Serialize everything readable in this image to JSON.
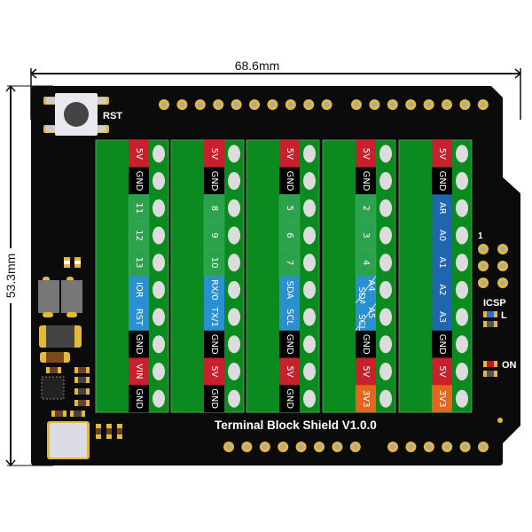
{
  "dimensions": {
    "width_label": "68.6mm",
    "height_label": "53.3mm"
  },
  "board": {
    "title": "Terminal Block Shield V1.0.0",
    "reset_label": "RST",
    "icsp_label": "ICSP",
    "icsp_pin1_label": "1",
    "led_l_label": "L",
    "led_on_label": "ON"
  },
  "colors": {
    "board": "#0b0b0b",
    "terminal_green": "#0b8a1f",
    "power_5v": "#c9202e",
    "ground": "#000000",
    "digital": "#2ca24c",
    "special": "#2a90d2",
    "analog": "#1f66b0",
    "power_3v3": "#e5661b",
    "vin": "#c9202e",
    "pad_gold": "#e2b93b"
  },
  "terminal_blocks": [
    {
      "pins": [
        {
          "label": "5V",
          "type": "power_5v"
        },
        {
          "label": "GND",
          "type": "ground"
        },
        {
          "label": "11",
          "type": "digital"
        },
        {
          "label": "12",
          "type": "digital"
        },
        {
          "label": "13",
          "type": "digital"
        },
        {
          "label": "IOR",
          "type": "special"
        },
        {
          "label": "RST",
          "type": "special"
        },
        {
          "label": "GND",
          "type": "ground"
        },
        {
          "label": "VIN",
          "type": "vin"
        },
        {
          "label": "GND",
          "type": "ground"
        }
      ]
    },
    {
      "pins": [
        {
          "label": "5V",
          "type": "power_5v"
        },
        {
          "label": "GND",
          "type": "ground"
        },
        {
          "label": "8",
          "type": "digital"
        },
        {
          "label": "9",
          "type": "digital"
        },
        {
          "label": "10",
          "type": "digital"
        },
        {
          "label": "RX/0",
          "type": "special"
        },
        {
          "label": "TX/1",
          "type": "special"
        },
        {
          "label": "GND",
          "type": "ground"
        },
        {
          "label": "5V",
          "type": "power_5v"
        },
        {
          "label": "GND",
          "type": "ground"
        }
      ]
    },
    {
      "pins": [
        {
          "label": "5V",
          "type": "power_5v"
        },
        {
          "label": "GND",
          "type": "ground"
        },
        {
          "label": "5",
          "type": "digital"
        },
        {
          "label": "6",
          "type": "digital"
        },
        {
          "label": "7",
          "type": "digital"
        },
        {
          "label": "SDA",
          "type": "special"
        },
        {
          "label": "SCL",
          "type": "special"
        },
        {
          "label": "GND",
          "type": "ground"
        },
        {
          "label": "5V",
          "type": "power_5v"
        },
        {
          "label": "GND",
          "type": "ground"
        }
      ]
    },
    {
      "pins": [
        {
          "label": "5V",
          "type": "power_5v"
        },
        {
          "label": "GND",
          "type": "ground"
        },
        {
          "label": "2",
          "type": "digital"
        },
        {
          "label": "3",
          "type": "digital"
        },
        {
          "label": "4",
          "type": "digital"
        },
        {
          "label": "A4",
          "sub": "SDA",
          "type": "special"
        },
        {
          "label": "A5",
          "sub": "SCL",
          "type": "special"
        },
        {
          "label": "GND",
          "type": "ground"
        },
        {
          "label": "5V",
          "type": "power_5v"
        },
        {
          "label": "3V3",
          "type": "power_3v3"
        }
      ]
    },
    {
      "pins": [
        {
          "label": "5V",
          "type": "power_5v"
        },
        {
          "label": "GND",
          "type": "ground"
        },
        {
          "label": "AR",
          "type": "analog"
        },
        {
          "label": "A0",
          "type": "analog"
        },
        {
          "label": "A1",
          "type": "analog"
        },
        {
          "label": "A2",
          "type": "analog"
        },
        {
          "label": "A3",
          "type": "analog"
        },
        {
          "label": "GND",
          "type": "ground"
        },
        {
          "label": "5V",
          "type": "power_5v"
        },
        {
          "label": "3V3",
          "type": "power_3v3"
        }
      ]
    }
  ]
}
